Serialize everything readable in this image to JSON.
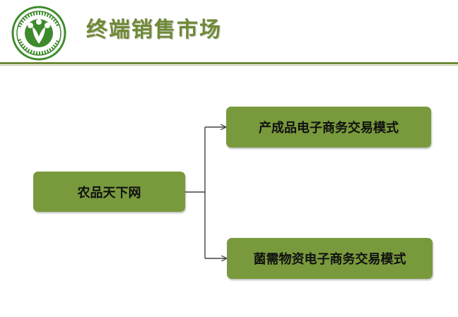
{
  "header": {
    "title": "终端销售市场",
    "logo": {
      "icon": "logo-emblem-icon",
      "ring_color": "#3d8b2c"
    }
  },
  "diagram": {
    "root": {
      "label": "农品天下网"
    },
    "children": [
      {
        "label": "产成品电子商务交易模式"
      },
      {
        "label": "菌需物资电子商务交易模式"
      }
    ]
  },
  "colors": {
    "accent": "#789a3c",
    "title": "#6f8a34",
    "rule": "#6d8b3a",
    "connector": "#444444"
  }
}
